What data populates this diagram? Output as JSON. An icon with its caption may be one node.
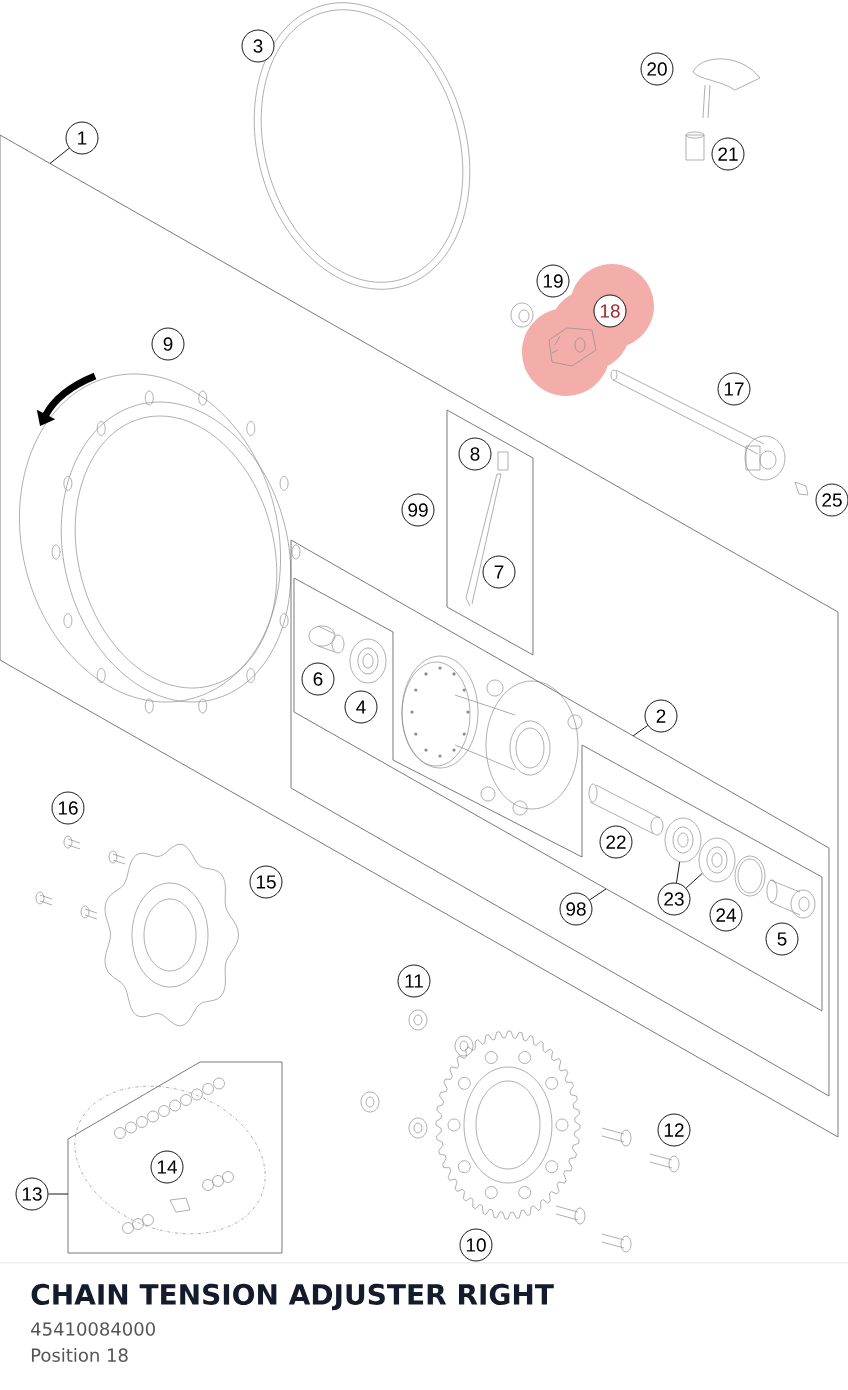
{
  "diagram": {
    "title": "CHAIN TENSION ADJUSTER RIGHT",
    "nodes": [
      {
        "text": [
          "3"
        ]
      },
      {
        "text": [
          "20"
        ]
      },
      {
        "text": [
          "1"
        ]
      },
      {
        "text": [],
        "shape": "parallelogram"
      },
      {
        "text": [
          "21"
        ]
      },
      {
        "text": [
          "19"
        ]
      },
      {
        "text": [
          "18"
        ]
      },
      {
        "text": [
          "9"
        ],
        "in": 3
      },
      {
        "text": [
          "17"
        ]
      },
      {
        "text": [],
        "shape": "parallelogram",
        "in": 3
      },
      {
        "text": [
          "8"
        ],
        "in": 9
      },
      {
        "text": [
          "99"
        ],
        "in": 3
      },
      {
        "text": [
          "25"
        ]
      },
      {
        "text": [
          "7"
        ],
        "in": 9
      },
      {
        "text": [],
        "shape": "parallelogram",
        "in": 3
      },
      {
        "text": [
          "2"
        ],
        "in": 3
      },
      {
        "text": [],
        "shape": "polygon",
        "in": 14
      },
      {
        "text": [
          "6"
        ],
        "in": 16
      },
      {
        "text": [
          "4"
        ],
        "in": 16
      },
      {
        "text": [
          "16"
        ]
      },
      {
        "text": [
          "22"
        ],
        "in": 16
      },
      {
        "text": [
          "15"
        ]
      },
      {
        "text": [
          "23"
        ],
        "in": 16
      },
      {
        "text": [
          "98"
        ],
        "in": 14
      },
      {
        "text": [
          "24"
        ],
        "in": 16
      },
      {
        "text": [
          "5"
        ],
        "in": 16
      },
      {
        "text": [
          "11"
        ]
      },
      {
        "text": [
          "12"
        ]
      },
      {
        "text": [],
        "shape": "polygon"
      },
      {
        "text": [
          "14"
        ],
        "in": 28
      },
      {
        "text": [
          "13"
        ]
      },
      {
        "text": [
          "10"
        ]
      },
      {
        "text": [],
        "shape": "picture",
        "in": 16
      },
      {
        "text": [],
        "shape": "picture",
        "in": 16
      }
    ],
    "edges": [
      {
        "from": 2,
        "to": 3,
        "arrow": "none"
      },
      {
        "from": 15,
        "to": 14,
        "arrow": "none"
      },
      {
        "from": 23,
        "to": 16,
        "arrow": "none"
      },
      {
        "from": 30,
        "to": 28,
        "arrow": "none"
      },
      {
        "from": 22,
        "to": 32,
        "arrow": "none"
      },
      {
        "from": 22,
        "to": 33,
        "arrow": "none"
      }
    ],
    "labels": [
      "45410084000",
      "Position 18"
    ]
  }
}
